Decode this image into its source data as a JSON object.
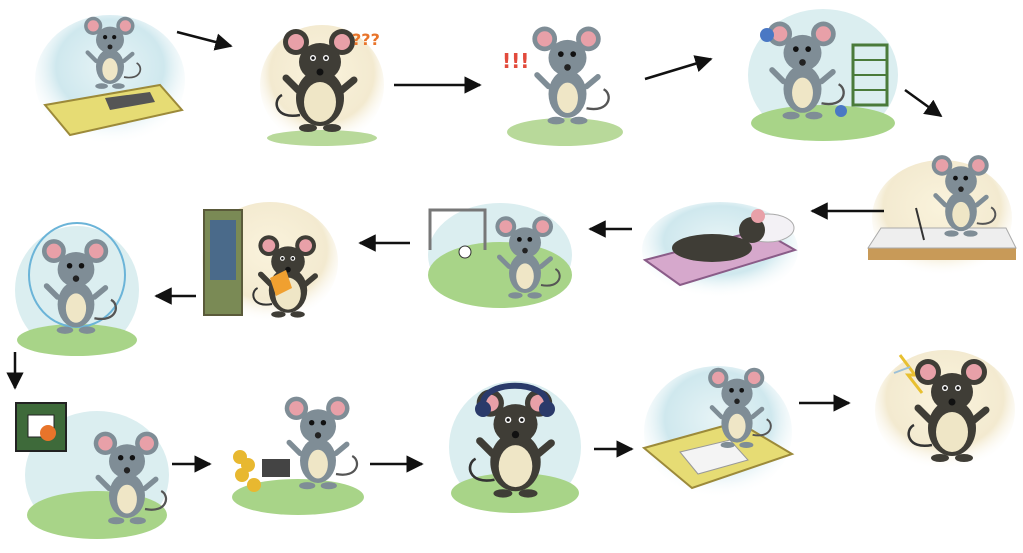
{
  "palette": {
    "mouse_gray": "#7f8d96",
    "mouse_dark": "#3f3d36",
    "ear_pink": "#e8a0a8",
    "belly_cream": "#efe6c6",
    "grass_green": "#8cc46a",
    "sky_blue": "#cde6ee",
    "desk_yellow": "#e6dc74",
    "arrow_black": "#111111"
  },
  "scenes": [
    {
      "id": "studying-at-desk",
      "icon": "mouse-reading-desk-icon",
      "mouse": "gray"
    },
    {
      "id": "confused",
      "icon": "mouse-confused-icon",
      "mouse": "dark",
      "marks": "???"
    },
    {
      "id": "surprised",
      "icon": "mouse-surprised-icon",
      "mouse": "gray",
      "marks": "!!!"
    },
    {
      "id": "exercising",
      "icon": "mouse-dumbbell-icon",
      "mouse": "gray"
    },
    {
      "id": "writing-at-desk",
      "icon": "mouse-writing-icon",
      "mouse": "gray"
    },
    {
      "id": "sleeping",
      "icon": "mouse-sleeping-icon",
      "mouse": "dark"
    },
    {
      "id": "playing-soccer",
      "icon": "mouse-soccer-icon",
      "mouse": "gray"
    },
    {
      "id": "going-to-school",
      "icon": "mouse-schoolbag-icon",
      "mouse": "dark"
    },
    {
      "id": "jumping-rope",
      "icon": "mouse-jump-rope-icon",
      "mouse": "gray"
    },
    {
      "id": "playing-basketball",
      "icon": "mouse-basketball-icon",
      "mouse": "gray"
    },
    {
      "id": "coins-computer",
      "icon": "mouse-coins-icon",
      "mouse": "gray"
    },
    {
      "id": "listening-music",
      "icon": "mouse-headphones-icon",
      "mouse": "dark"
    },
    {
      "id": "reading-at-desk",
      "icon": "mouse-desk-icon",
      "mouse": "gray"
    },
    {
      "id": "headache",
      "icon": "mouse-headache-icon",
      "mouse": "dark"
    }
  ],
  "arrows": [
    {
      "from": "studying-at-desk",
      "to": "confused",
      "direction": "right"
    },
    {
      "from": "confused",
      "to": "surprised",
      "direction": "right"
    },
    {
      "from": "surprised",
      "to": "exercising",
      "direction": "right"
    },
    {
      "from": "exercising",
      "to": "writing-at-desk",
      "direction": "down-right"
    },
    {
      "from": "writing-at-desk",
      "to": "sleeping",
      "direction": "left"
    },
    {
      "from": "sleeping",
      "to": "playing-soccer",
      "direction": "left"
    },
    {
      "from": "playing-soccer",
      "to": "going-to-school",
      "direction": "left"
    },
    {
      "from": "going-to-school",
      "to": "jumping-rope",
      "direction": "left"
    },
    {
      "from": "jumping-rope",
      "to": "playing-basketball",
      "direction": "down"
    },
    {
      "from": "playing-basketball",
      "to": "coins-computer",
      "direction": "right"
    },
    {
      "from": "coins-computer",
      "to": "listening-music",
      "direction": "right"
    },
    {
      "from": "listening-music",
      "to": "reading-at-desk",
      "direction": "right"
    },
    {
      "from": "reading-at-desk",
      "to": "headache",
      "direction": "right"
    }
  ]
}
